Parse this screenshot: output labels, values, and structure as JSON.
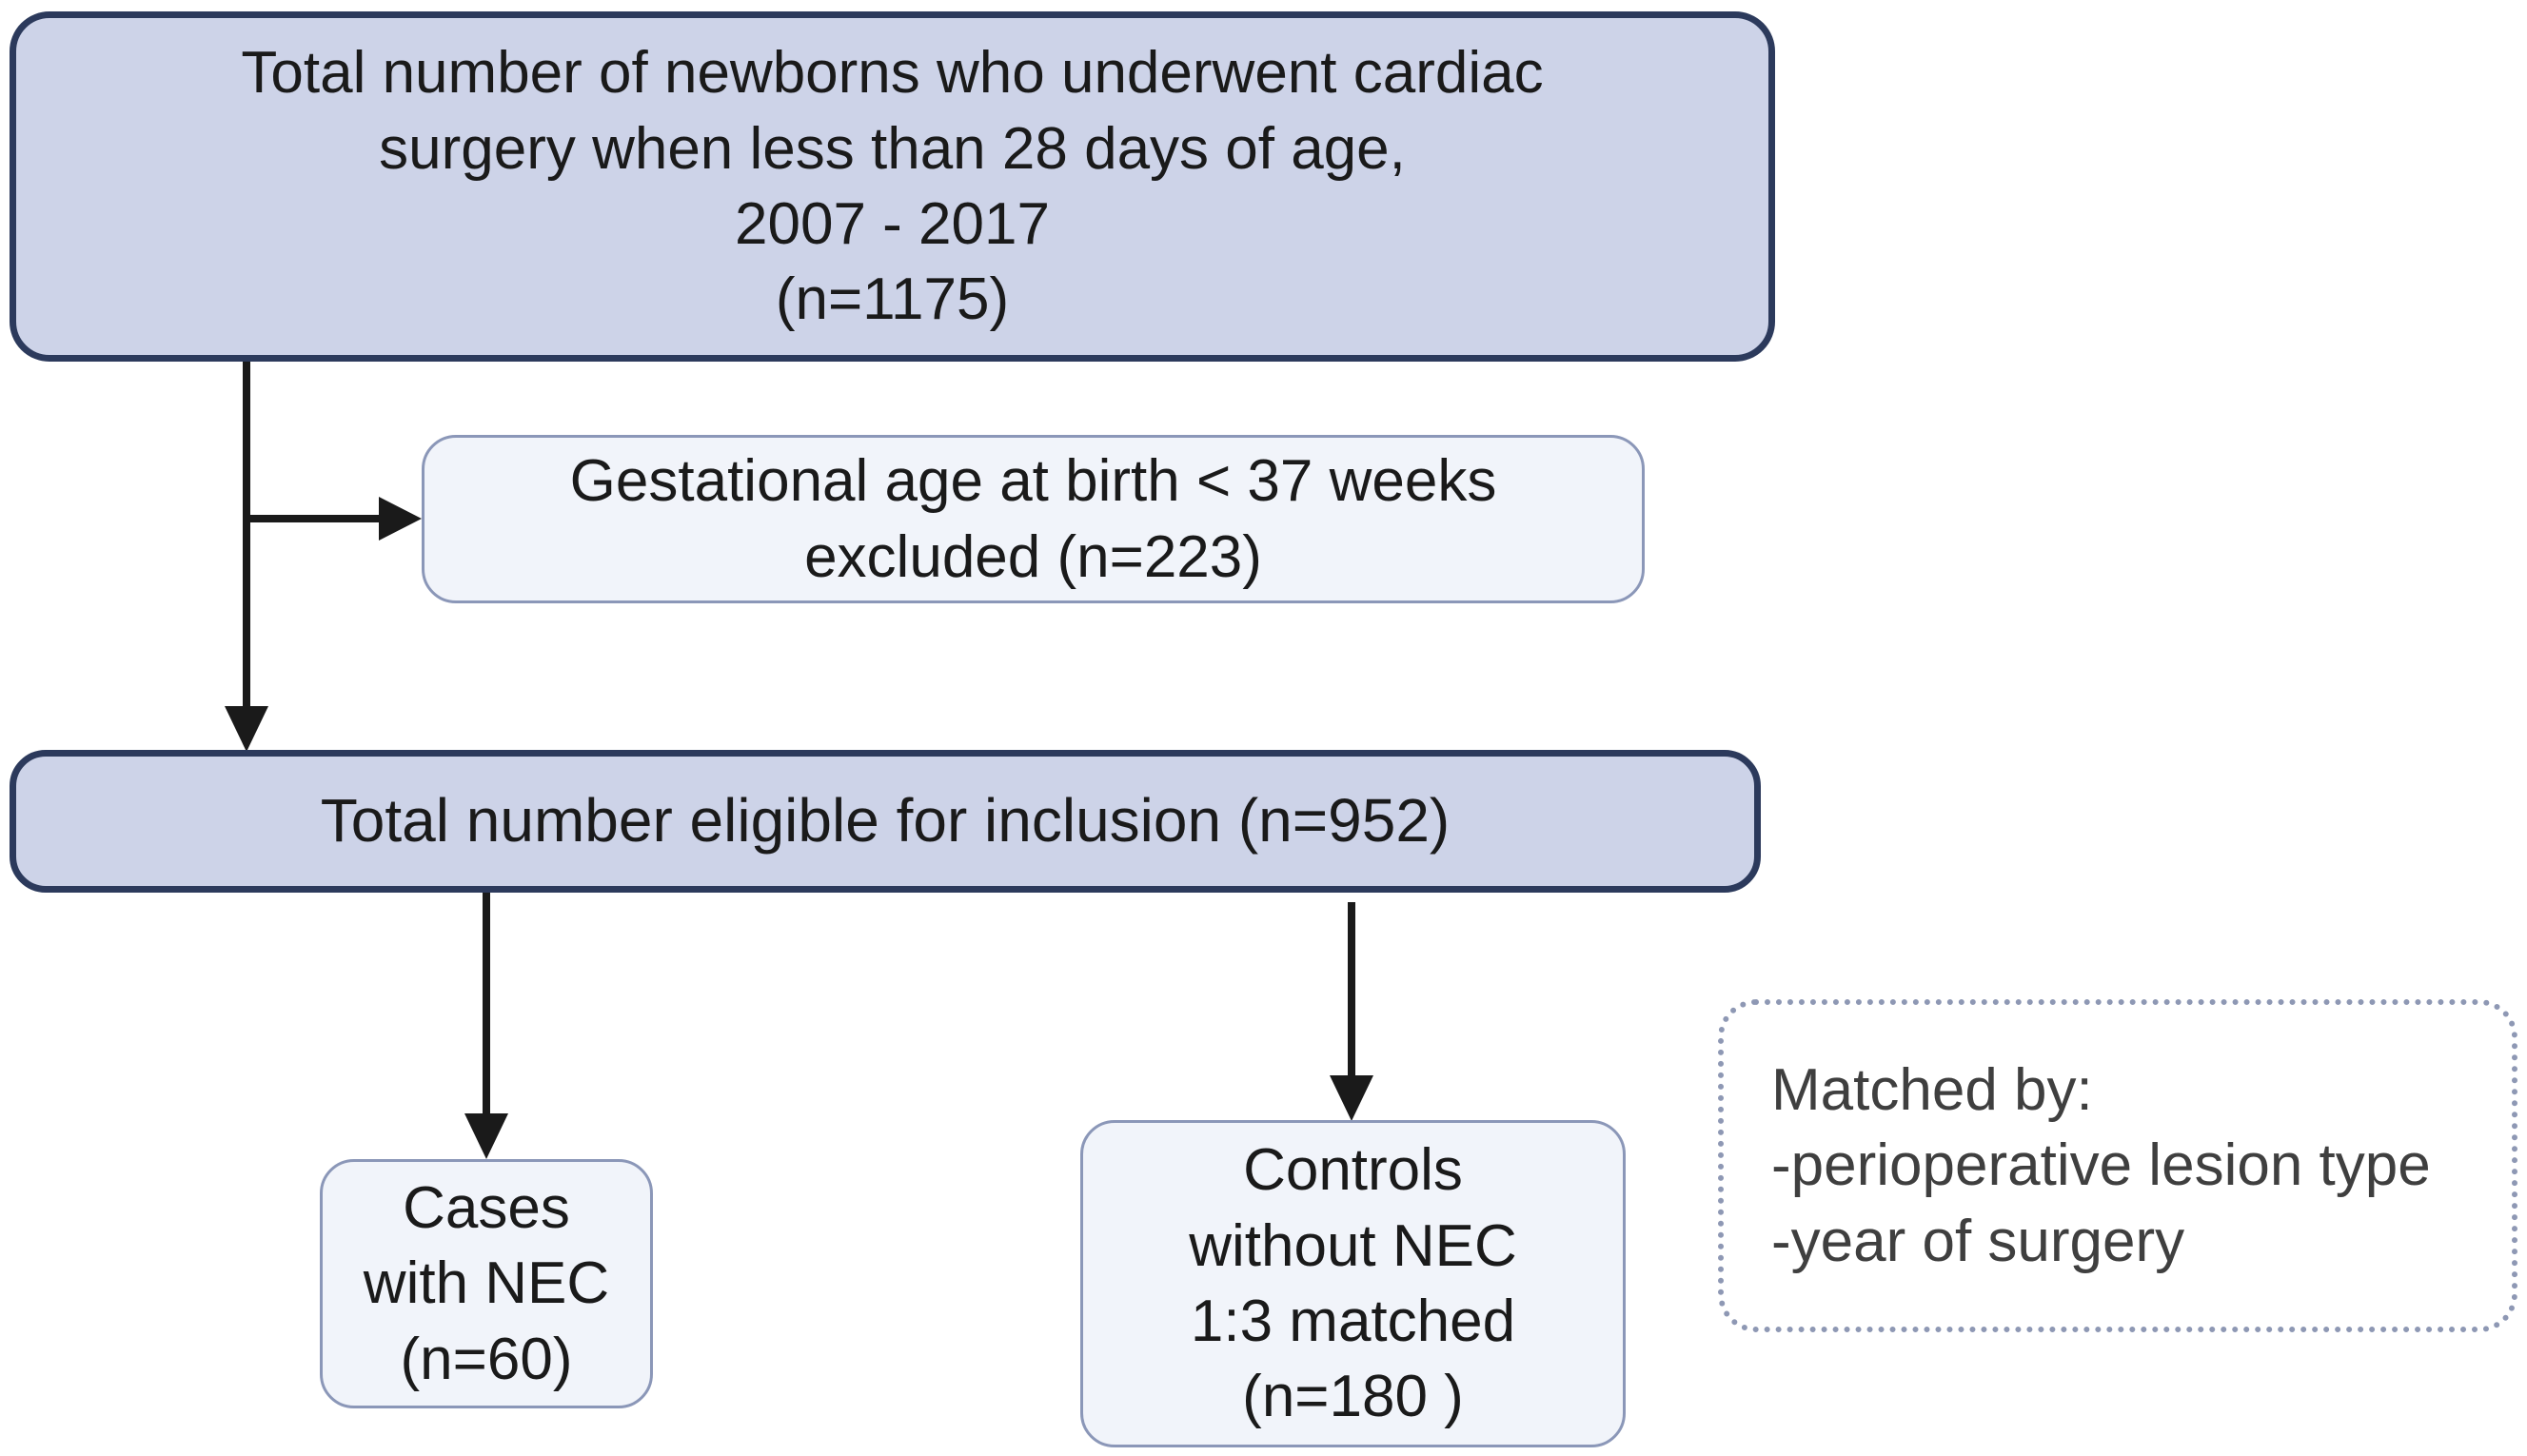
{
  "flowchart": {
    "total_box": {
      "lines": [
        "Total number of newborns who underwent cardiac",
        "surgery when less than 28 days of age,",
        "2007 - 2017",
        "(n=1175)"
      ]
    },
    "excluded_box": {
      "lines": [
        "Gestational age at birth < 37 weeks",
        "excluded (n=223)"
      ]
    },
    "eligible_box": {
      "text": "Total number eligible for inclusion (n=952)"
    },
    "cases_box": {
      "lines": [
        "Cases",
        "with NEC",
        "(n=60)"
      ]
    },
    "controls_box": {
      "lines": [
        "Controls",
        "without NEC",
        "1:3 matched",
        "(n=180 )"
      ]
    },
    "matched_note": {
      "lines": [
        "Matched by:",
        "-perioperative lesion type",
        "-year of surgery"
      ]
    },
    "colors": {
      "primary_fill": "#cdd3e8",
      "primary_border": "#2c3a5c",
      "secondary_fill": "#f1f4fa",
      "secondary_border": "#8b97b8",
      "arrow": "#1a1a1a",
      "note_border": "#8e98b4"
    }
  }
}
